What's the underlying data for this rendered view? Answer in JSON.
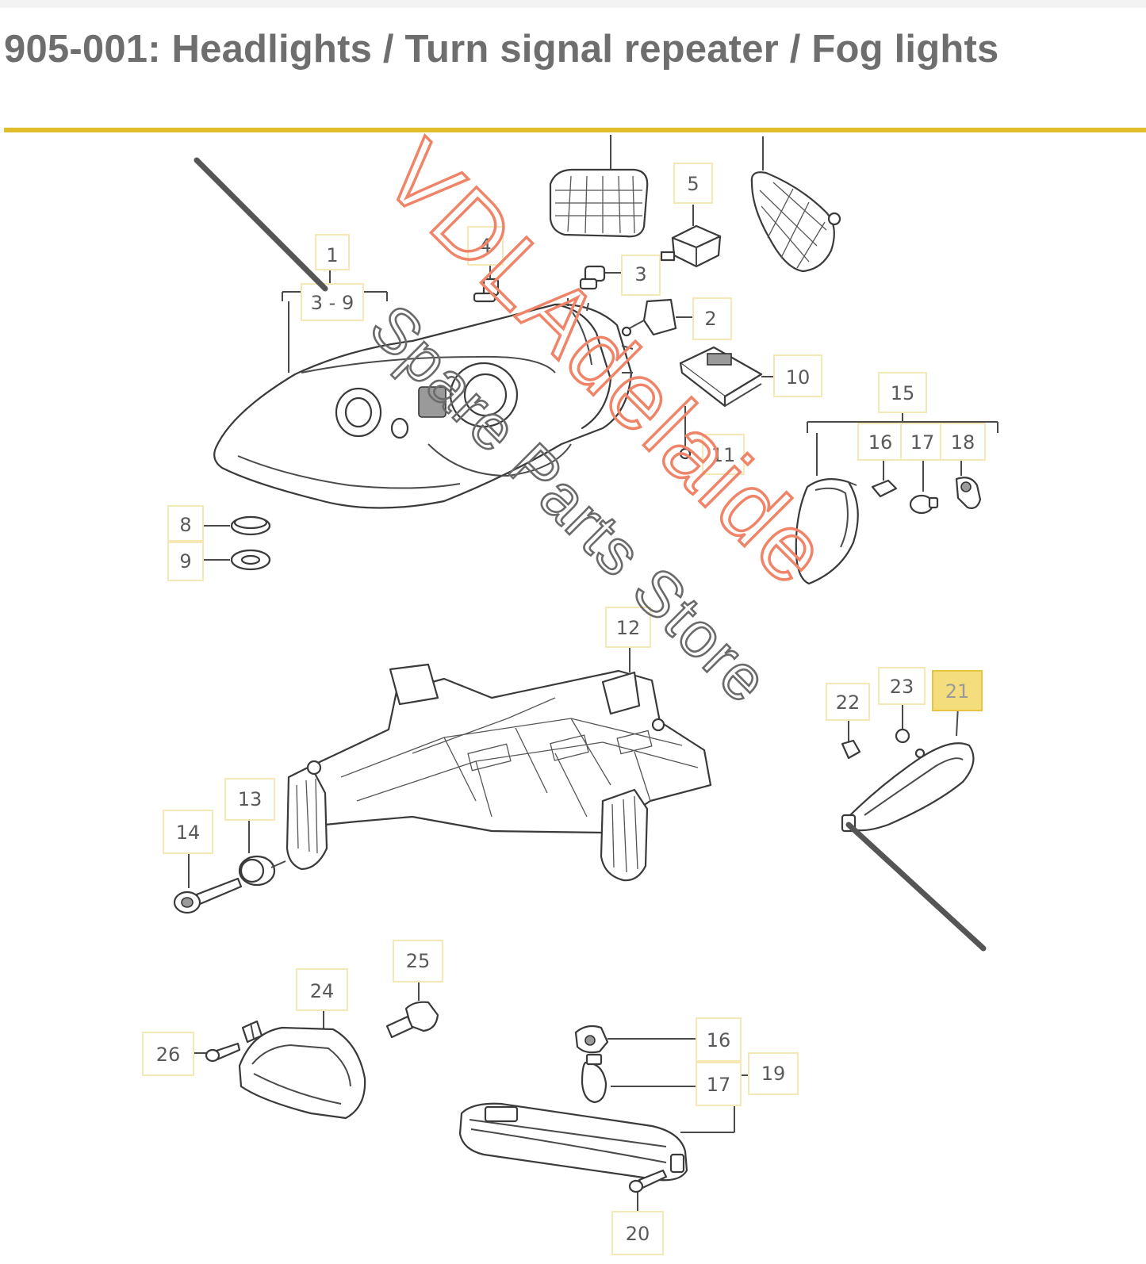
{
  "page": {
    "title": "905-001: Headlights / Turn signal repeater / Fog lights"
  },
  "colors": {
    "title_text": "#6e6e6e",
    "title_rule": "#e2bd2a",
    "label_border": "#f6e8b4",
    "label_highlight": "#f4dd7c",
    "watermark_primary": "#ef8468",
    "watermark_secondary": "#6a6a6a"
  },
  "watermark": {
    "line1": "VDLAdelaide",
    "line2": "Spare Parts Store"
  },
  "callouts": {
    "c1": "1",
    "c3_9": "3 - 9",
    "c2": "2",
    "c3": "3",
    "c4": "4",
    "c5": "5",
    "c8": "8",
    "c9": "9",
    "c10": "10",
    "c11": "11",
    "c12": "12",
    "c13": "13",
    "c14": "14",
    "c15": "15",
    "c16a": "16",
    "c17a": "17",
    "c18": "18",
    "c21": "21",
    "c22": "22",
    "c23": "23",
    "c24": "24",
    "c25": "25",
    "c26": "26",
    "c16b": "16",
    "c17b": "17",
    "c19": "19",
    "c20": "20"
  }
}
